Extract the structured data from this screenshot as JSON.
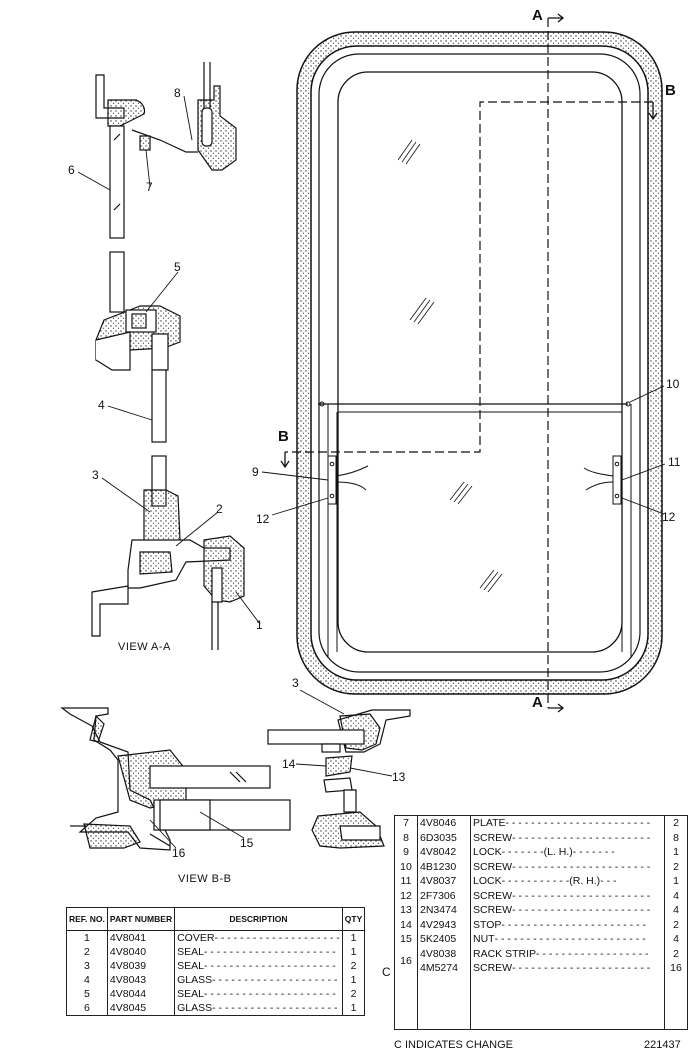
{
  "section_labels": {
    "a_top": "A",
    "a_bottom": "A",
    "b_right": "B",
    "b_left": "B"
  },
  "views": {
    "view_aa": "VIEW A-A",
    "view_bb": "VIEW B-B"
  },
  "callouts": {
    "c1": "1",
    "c2": "2",
    "c3": "3",
    "c3b": "3",
    "c4": "4",
    "c5": "5",
    "c6": "6",
    "c7": "7",
    "c8": "8",
    "c9": "9",
    "c10": "10",
    "c11": "11",
    "c12a": "12",
    "c12b": "12",
    "c13": "13",
    "c14": "14",
    "c15": "15",
    "c16": "16"
  },
  "table1": {
    "headers": {
      "ref": "REF. NO.",
      "part": "PART NUMBER",
      "desc": "DESCRIPTION",
      "qty": "QTY"
    },
    "rows": [
      {
        "ref": "1",
        "part": "4V8041",
        "desc": "COVER",
        "qty": "1"
      },
      {
        "ref": "2",
        "part": "4V8040",
        "desc": "SEAL",
        "qty": "1"
      },
      {
        "ref": "3",
        "part": "4V8039",
        "desc": "SEAL",
        "qty": "2"
      },
      {
        "ref": "4",
        "part": "4V8043",
        "desc": "GLASS",
        "qty": "1"
      },
      {
        "ref": "5",
        "part": "4V8044",
        "desc": "SEAL",
        "qty": "2"
      },
      {
        "ref": "6",
        "part": "4V8045",
        "desc": "GLASS",
        "qty": "1"
      }
    ]
  },
  "table2": {
    "rows": [
      {
        "ref": "7",
        "part": "4V8046",
        "desc": "PLATE",
        "qty": "2"
      },
      {
        "ref": "8",
        "part": "6D3035",
        "desc": "SCREW",
        "qty": "8"
      },
      {
        "ref": "9",
        "part": "4V8042",
        "desc": "LOCK",
        "note": "(L. H.)",
        "qty": "1"
      },
      {
        "ref": "10",
        "part": "4B1230",
        "desc": "SCREW",
        "qty": "2"
      },
      {
        "ref": "11",
        "part": "4V8037",
        "desc": "LOCK",
        "note": "(R. H.)",
        "qty": "1"
      },
      {
        "ref": "12",
        "part": "2F7306",
        "desc": "SCREW",
        "qty": "4"
      },
      {
        "ref": "13",
        "part": "2N3474",
        "desc": "SCREW",
        "qty": "4"
      },
      {
        "ref": "14",
        "part": "4V2943",
        "desc": "STOP",
        "qty": "2"
      },
      {
        "ref": "15",
        "part": "5K2405",
        "desc": "NUT",
        "qty": "4"
      },
      {
        "ref": "16",
        "part": "4V8038",
        "desc": "RACK STRIP",
        "qty": "2"
      },
      {
        "ref": "",
        "part": "4M5274",
        "desc": "SCREW",
        "qty": "16"
      }
    ],
    "change_marker": "C",
    "group_ref": "16"
  },
  "footer": {
    "change_note": "C INDICATES CHANGE",
    "drawing_number": "221437"
  }
}
